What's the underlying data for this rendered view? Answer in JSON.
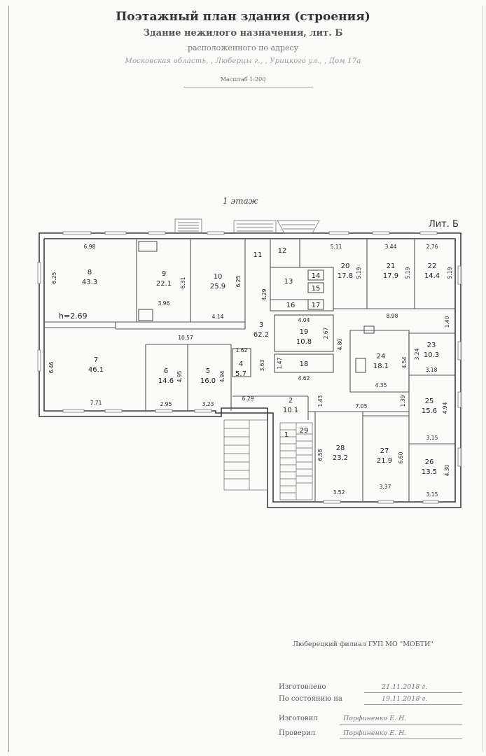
{
  "title": "Поэтажный план здания (строения)",
  "subtitle": "Здание нежилого назначения, лит. Б",
  "located_label": "расположенного по адресу",
  "address": "Московская область, , Люберцы г., , Урицкого ул., , Дом 17а",
  "scale": "Масштаб 1:200",
  "floor_label": "1 этаж",
  "lit_label": "Лит. Б",
  "ceiling_height": "h=2.69",
  "rooms": [
    {
      "n": "8",
      "a": "43.3"
    },
    {
      "n": "9",
      "a": "22.1"
    },
    {
      "n": "10",
      "a": "25.9"
    },
    {
      "n": "11",
      "a": ""
    },
    {
      "n": "12",
      "a": ""
    },
    {
      "n": "13",
      "a": ""
    },
    {
      "n": "14",
      "a": ""
    },
    {
      "n": "15",
      "a": ""
    },
    {
      "n": "16",
      "a": ""
    },
    {
      "n": "17",
      "a": ""
    },
    {
      "n": "20",
      "a": "17.8"
    },
    {
      "n": "21",
      "a": "17.9"
    },
    {
      "n": "22",
      "a": "14.4"
    },
    {
      "n": "3",
      "a": "62.2"
    },
    {
      "n": "19",
      "a": "10.8"
    },
    {
      "n": "18",
      "a": ""
    },
    {
      "n": "24",
      "a": "18.1"
    },
    {
      "n": "23",
      "a": "10.3"
    },
    {
      "n": "7",
      "a": "46.1"
    },
    {
      "n": "6",
      "a": "14.6"
    },
    {
      "n": "5",
      "a": "16.0"
    },
    {
      "n": "4",
      "a": "5.7"
    },
    {
      "n": "2",
      "a": "10.1"
    },
    {
      "n": "1",
      "a": ""
    },
    {
      "n": "29",
      "a": ""
    },
    {
      "n": "28",
      "a": "23.2"
    },
    {
      "n": "27",
      "a": "21.9"
    },
    {
      "n": "25",
      "a": "15.6"
    },
    {
      "n": "26",
      "a": "13.5"
    }
  ],
  "dims": [
    "6.98",
    "6.25",
    "6.31",
    "3.96",
    "6.25",
    "4.14",
    "4.29",
    "5.11",
    "3.44",
    "2.76",
    "5.19",
    "5.19",
    "5.19",
    "4.04",
    "2.67",
    "4.80",
    "8.98",
    "1.40",
    "10.57",
    "1.62",
    "3.63",
    "1.47",
    "4.62",
    "4.54",
    "4.35",
    "3.24",
    "3.18",
    "6.46",
    "7.71",
    "4.95",
    "2.95",
    "4.94",
    "3.23",
    "6.29",
    "1.43",
    "7.05",
    "1.39",
    "4.94",
    "3.15",
    "6.58",
    "6.60",
    "4.30",
    "3.52",
    "3.37",
    "3.15"
  ],
  "organization": "Люберецкий филиал ГУП МО \"МОБТИ\"",
  "signoff": [
    {
      "label": "Изготовлено",
      "value": "21.11.2018 г."
    },
    {
      "label": "По состоянию на",
      "value": "19.11.2018 г."
    },
    {
      "label": "Изготовил",
      "value": "Порфиненко Е. Н."
    },
    {
      "label": "Проверил",
      "value": "Порфиненко Е. Н."
    }
  ]
}
